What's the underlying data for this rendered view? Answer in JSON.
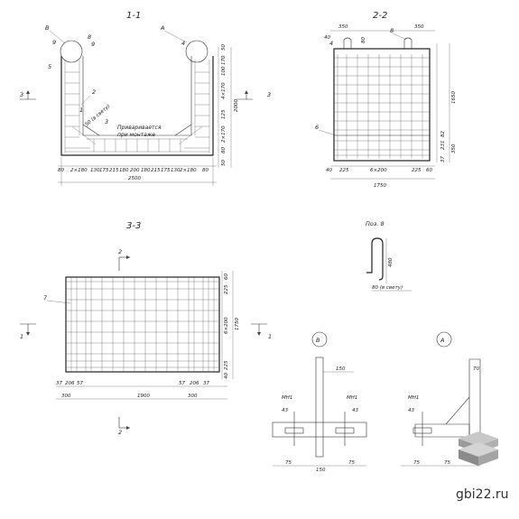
{
  "titles": {
    "section_1_1": "1-1",
    "section_2_2": "2-2",
    "section_3_3": "3-3",
    "pos_8": "Поз. 8"
  },
  "section_1_1": {
    "callouts": [
      "В",
      "9",
      "8",
      "9",
      "А",
      "5",
      "2",
      "1",
      "3",
      "4"
    ],
    "note_line1": "Приваривается",
    "note_line2": "при монтаже",
    "note_clear": "50 (в свету)",
    "section_marks": [
      "3",
      "3"
    ],
    "bottom_dims": [
      "80",
      "2×180",
      "130",
      "175",
      "215",
      "180",
      "200",
      "180",
      "215",
      "175",
      "130",
      "2×180",
      "80"
    ],
    "overall_width": "2500",
    "right_dims": [
      "50",
      "170",
      "100",
      "4×170",
      "125",
      "2×170",
      "80",
      "50"
    ],
    "overall_height": "2000"
  },
  "section_2_2": {
    "top_dims": [
      "350",
      "80",
      "350"
    ],
    "callouts": [
      "8",
      "4",
      "6"
    ],
    "left_dim": "40",
    "bottom_dims": [
      "40",
      "225",
      "6×200",
      "225",
      "60"
    ],
    "overall_width": "1750",
    "right_dims": [
      "1650",
      "82",
      "350",
      "37",
      "231"
    ]
  },
  "section_3_3": {
    "section_marks": [
      "2",
      "2",
      "1",
      "1"
    ],
    "callout": "7",
    "right_dims": [
      "60",
      "225",
      "6×200",
      "225",
      "40"
    ],
    "overall_height": "1750",
    "bottom_dims_a": [
      "37",
      "206",
      "57",
      "57",
      "206",
      "37"
    ],
    "bottom_dims_b": [
      "300",
      "1900",
      "300"
    ]
  },
  "pos_8": {
    "height": "480",
    "width": "80 (в свету)"
  },
  "node_b": {
    "label": "В",
    "top_dim": "150",
    "left_label": "МН1",
    "right_label": "МН1",
    "dim_43a": "43",
    "dim_43b": "43",
    "bottom_dims": [
      "75",
      "150",
      "75"
    ]
  },
  "node_a": {
    "label": "А",
    "top_dim": "70",
    "left_label": "МН1",
    "dim_43": "43",
    "bottom_dims": [
      "75",
      "75"
    ]
  },
  "watermark": "gbi22.ru"
}
